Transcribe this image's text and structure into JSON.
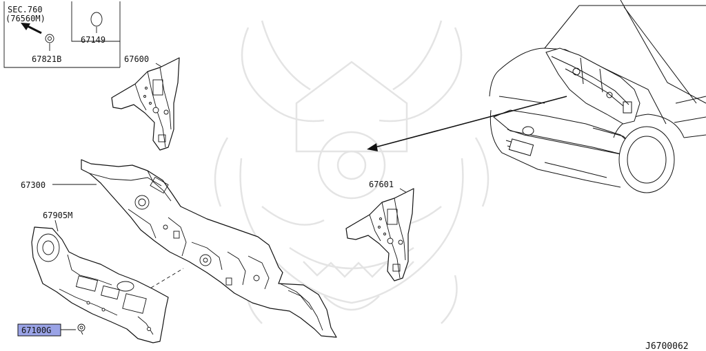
{
  "inset": {
    "sec_ref": "SEC.760",
    "sec_sub": "(76560M)",
    "part_clip": "67821B",
    "part_plug": "67149"
  },
  "parts": {
    "p67600": "67600",
    "p67300": "67300",
    "p67905M": "67905M",
    "p67601": "67601",
    "p67100G": "67100G"
  },
  "highlight_color": "#9aa3e6",
  "diagram_code": "J6700062"
}
